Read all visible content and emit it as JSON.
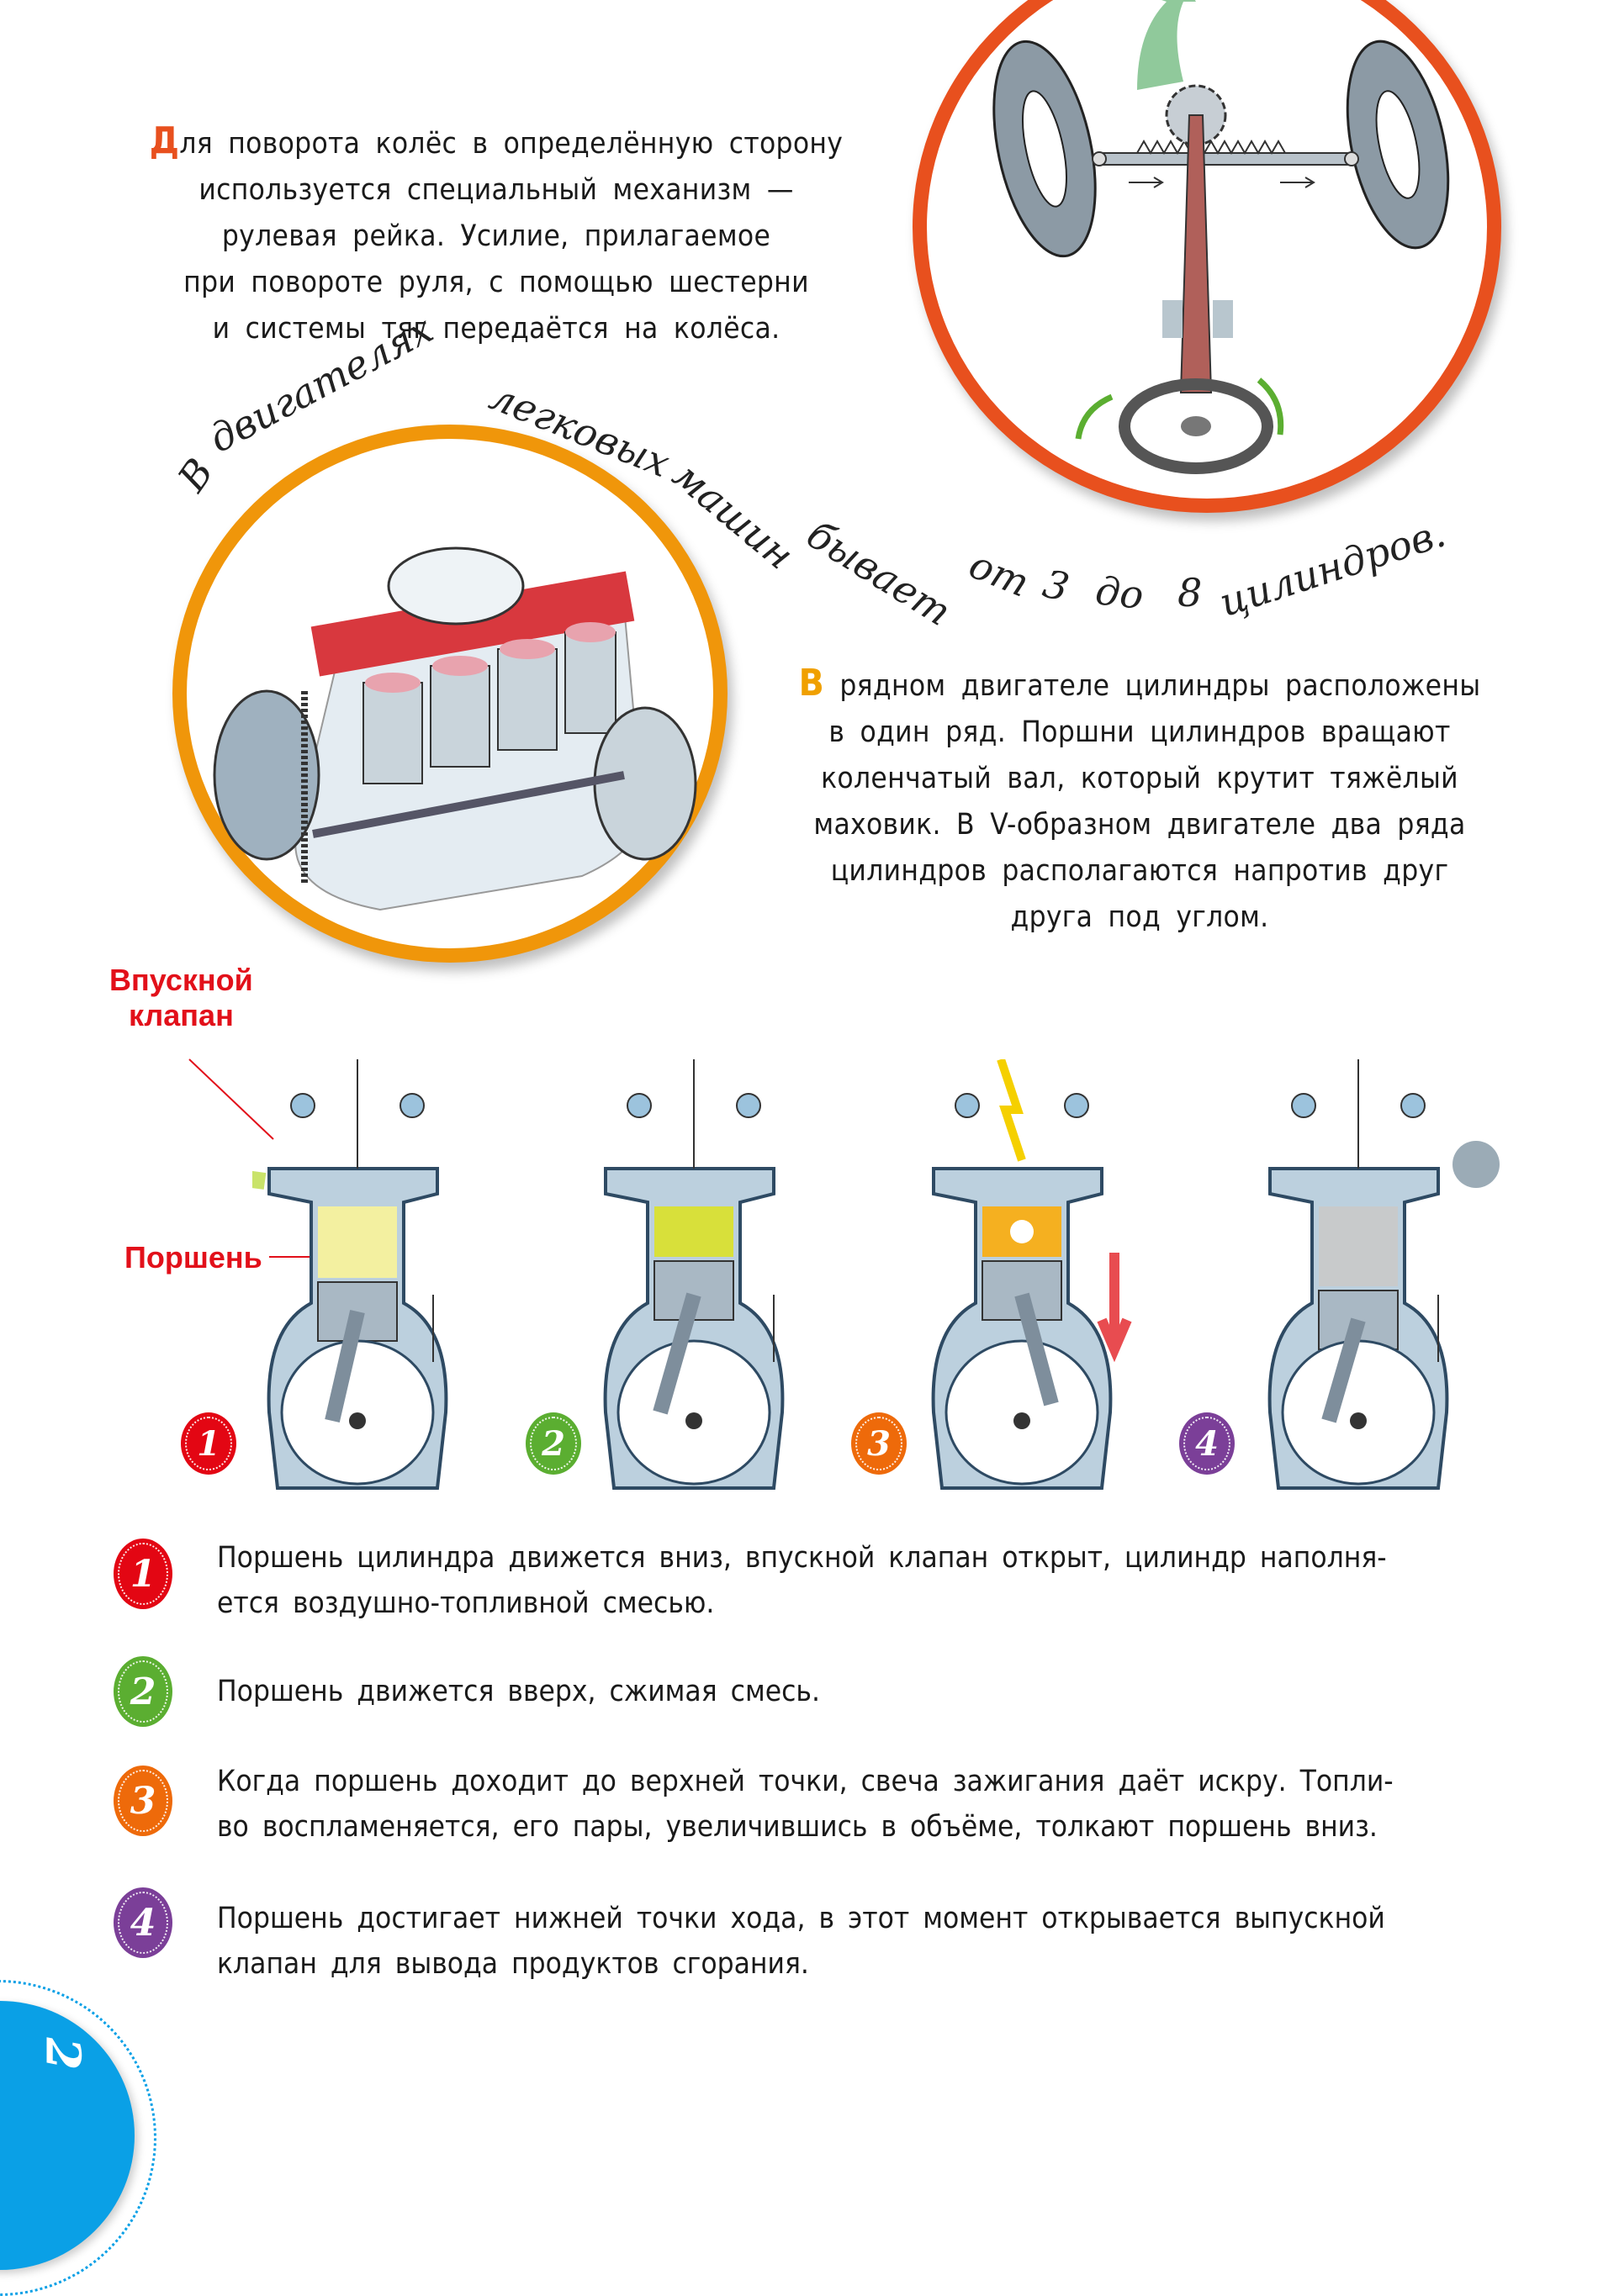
{
  "colors": {
    "steering_ring": "#E8501E",
    "engine_ring": "#F0960A",
    "drop_letter_1": "#E8501E",
    "drop_letter_2": "#F0A000",
    "label_red": "#E2101A",
    "badge_1": "#E30613",
    "badge_2": "#5BAE31",
    "badge_3": "#EE6A0A",
    "badge_4": "#7B3F98",
    "page_corner": "#0AA0E6"
  },
  "steering_paragraph": {
    "drop_letter": "Д",
    "lines": [
      "ля поворота колёс в определённую сторону",
      "используется специальный механизм —",
      "рулевая рейка. Усилие, прилагаемое",
      "при повороте руля, с помощью шестерни",
      "и системы тяг передаётся на колёса."
    ]
  },
  "handwritten_note": {
    "words": [
      "В",
      "двигателях",
      "легковых",
      "машин",
      "бывает",
      "от",
      "3",
      "до",
      "8",
      "цилиндров."
    ]
  },
  "engine_paragraph": {
    "drop_letter": "В",
    "lines": [
      "рядном двигателе цилиндры расположены",
      "в один ряд. Поршни цилиндров вращают",
      "коленчатый вал, который крутит тяжёлый",
      "маховик. В V-образном двигателе два ряда",
      "цилиндров располагаются напротив друг",
      "друга под углом."
    ]
  },
  "illustrations": {
    "steering": "steering-rack-illustration",
    "engine": "inline-engine-illustration"
  },
  "diagram_labels": {
    "intake_valve": [
      "Впускной",
      "клапан"
    ],
    "piston": "Поршень"
  },
  "cylinder_badges": [
    "1",
    "2",
    "3",
    "4"
  ],
  "steps": [
    {
      "number": "1",
      "lines": [
        "Поршень цилиндра движется вниз, впускной клапан открыт, цилиндр наполня-",
        "ется воздушно-топливной смесью."
      ]
    },
    {
      "number": "2",
      "lines": [
        "Поршень движется вверх, сжимая смесь."
      ]
    },
    {
      "number": "3",
      "lines": [
        "Когда поршень доходит до верхней точки, свеча зажигания даёт искру. Топли-",
        "во воспламеняется, его пары, увеличившись в объёме, толкают поршень вниз."
      ]
    },
    {
      "number": "4",
      "lines": [
        "Поршень достигает нижней точки хода, в этот момент открывается выпускной",
        "клапан для вывода продуктов сгорания."
      ]
    }
  ],
  "page_number": "2"
}
